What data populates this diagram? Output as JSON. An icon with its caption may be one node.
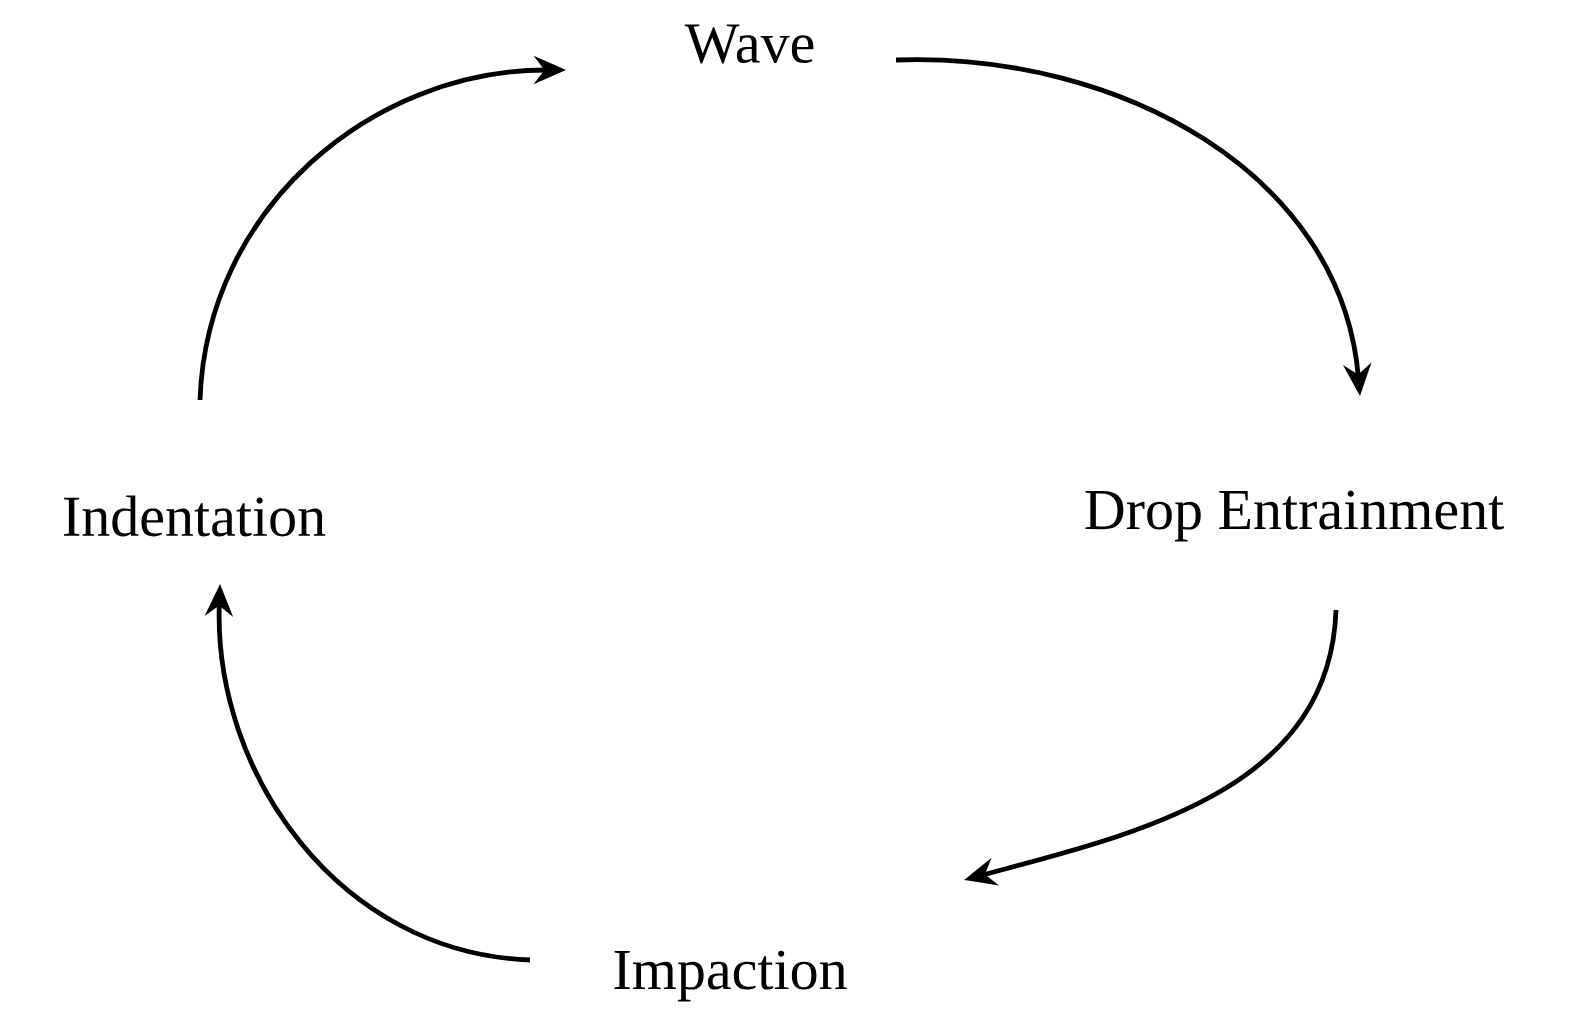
{
  "diagram": {
    "nodes": [
      {
        "text": [
          "Wave"
        ]
      },
      {
        "text": [
          "Drop Entrainment"
        ]
      },
      {
        "text": [
          "Impaction"
        ]
      },
      {
        "text": [
          "Indentation"
        ]
      }
    ],
    "edges": [
      {
        "from": 0,
        "to": 1,
        "arrow": "to"
      },
      {
        "from": 1,
        "to": 2,
        "arrow": "to"
      },
      {
        "from": 2,
        "to": 3,
        "arrow": "to"
      },
      {
        "from": 3,
        "to": 0,
        "arrow": "to"
      }
    ]
  }
}
